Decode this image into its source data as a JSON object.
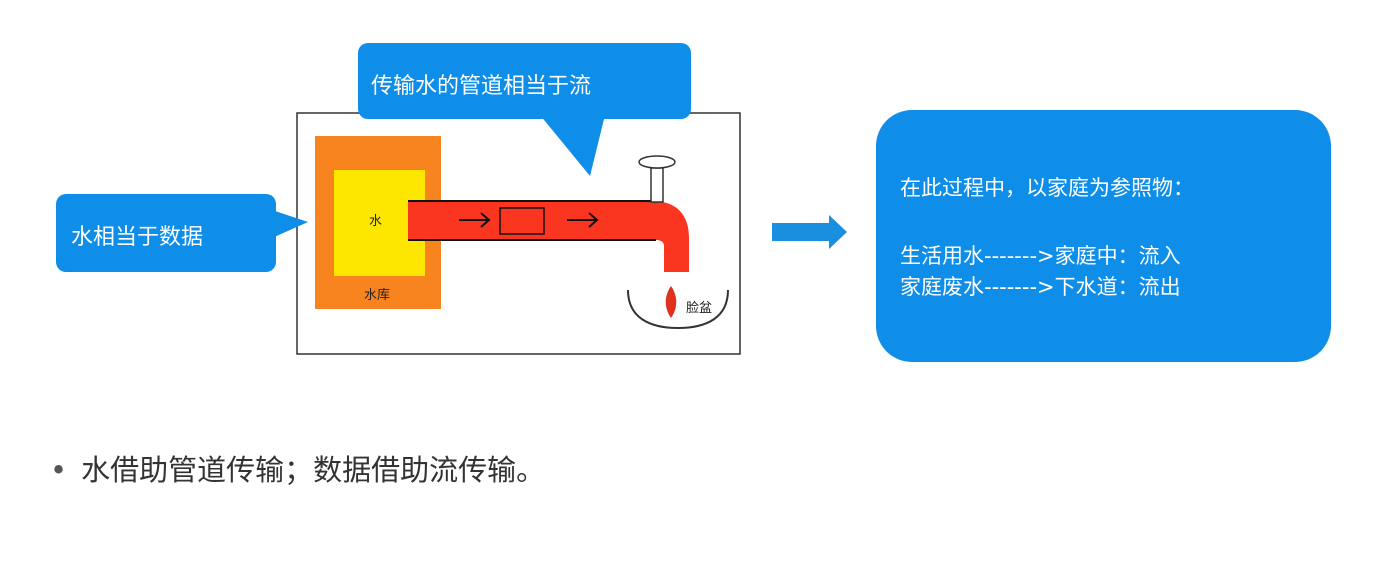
{
  "callouts": {
    "pipe": "传输水的管道相当于流",
    "water": "水相当于数据"
  },
  "scene": {
    "water_label": "水",
    "reservoir_label": "水库",
    "basin_label": "脸盆"
  },
  "panel": {
    "line1": "在此过程中，以家庭为参照物：",
    "line2": "生活用水------->家庭中：流入",
    "line3": "家庭废水------->下水道：流出"
  },
  "bullet": {
    "symbol": "•",
    "text": "水借助管道传输；数据借助流传输。"
  },
  "colors": {
    "callout_blue": "#0f8ee9",
    "reservoir_orange": "#f7841f",
    "water_yellow": "#fde600",
    "pipe_red": "#fb3620",
    "arrow_blue": "#1a8fe0"
  }
}
